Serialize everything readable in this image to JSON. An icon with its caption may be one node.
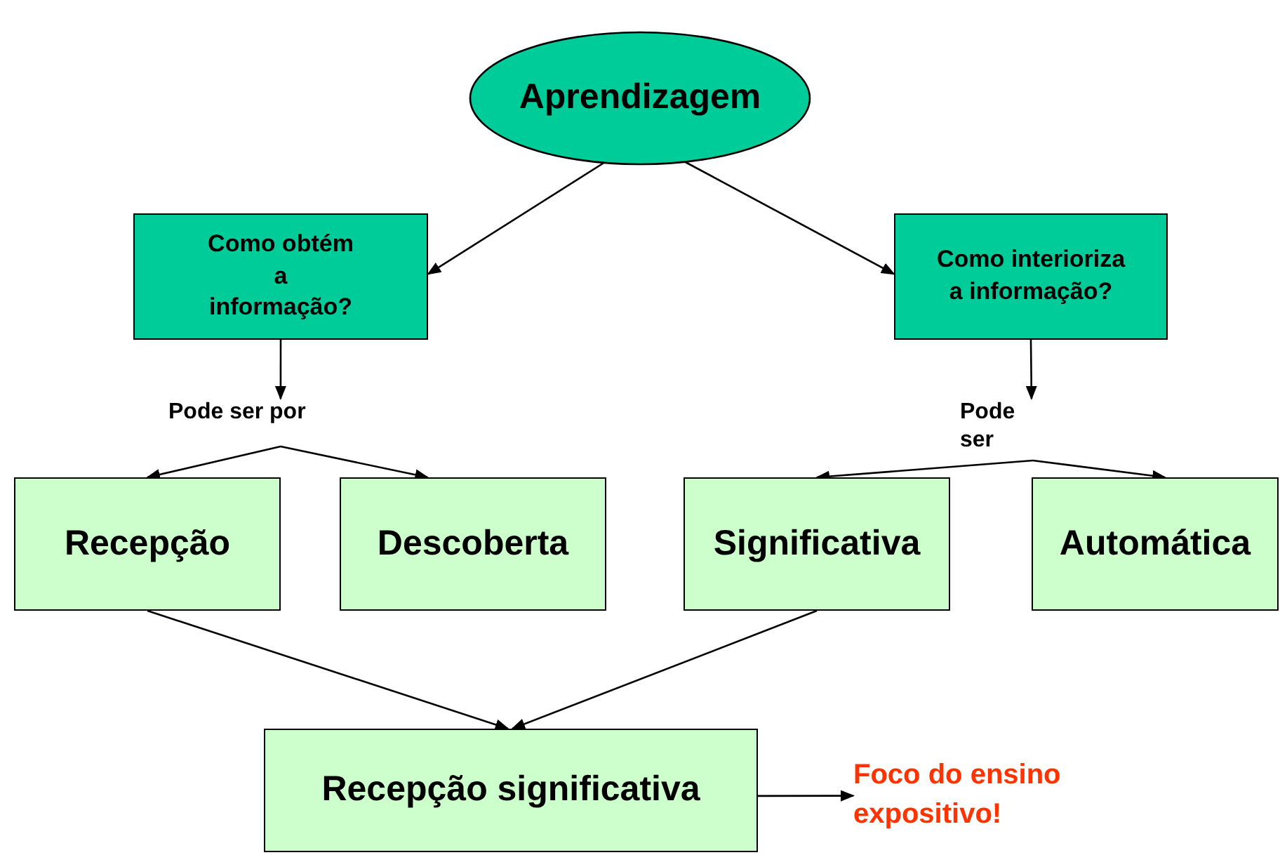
{
  "diagram": {
    "nodes": [
      {
        "text": [
          "Aprendizagem"
        ]
      },
      {
        "text": [
          "Como obtém a informação?"
        ]
      },
      {
        "text": [
          "Como interioriza a informação?"
        ]
      },
      {
        "text": [
          "Pode ser por"
        ]
      },
      {
        "text": [
          "Pode ser"
        ]
      },
      {
        "text": [
          "Recepção"
        ]
      },
      {
        "text": [
          "Descoberta"
        ]
      },
      {
        "text": [
          "Significativa"
        ]
      },
      {
        "text": [
          "Automática"
        ]
      },
      {
        "text": [
          "Recepção significativa"
        ]
      },
      {
        "text": [
          "Foco do ensino expositivo!"
        ]
      }
    ],
    "edges": [
      {
        "from": 0,
        "to": 1,
        "arrow": "to"
      },
      {
        "from": 0,
        "to": 2,
        "arrow": "to"
      },
      {
        "from": 1,
        "to": 3,
        "arrow": "to"
      },
      {
        "from": 2,
        "to": 4,
        "arrow": "to"
      },
      {
        "from": 3,
        "to": 5,
        "arrow": "to"
      },
      {
        "from": 3,
        "to": 6,
        "arrow": "to"
      },
      {
        "from": 4,
        "to": 7,
        "arrow": "to"
      },
      {
        "from": 4,
        "to": 8,
        "arrow": "to"
      },
      {
        "from": 5,
        "to": 9,
        "arrow": "to"
      },
      {
        "from": 7,
        "to": 9,
        "arrow": "to"
      },
      {
        "from": 9,
        "to": 10,
        "arrow": "to"
      }
    ]
  }
}
